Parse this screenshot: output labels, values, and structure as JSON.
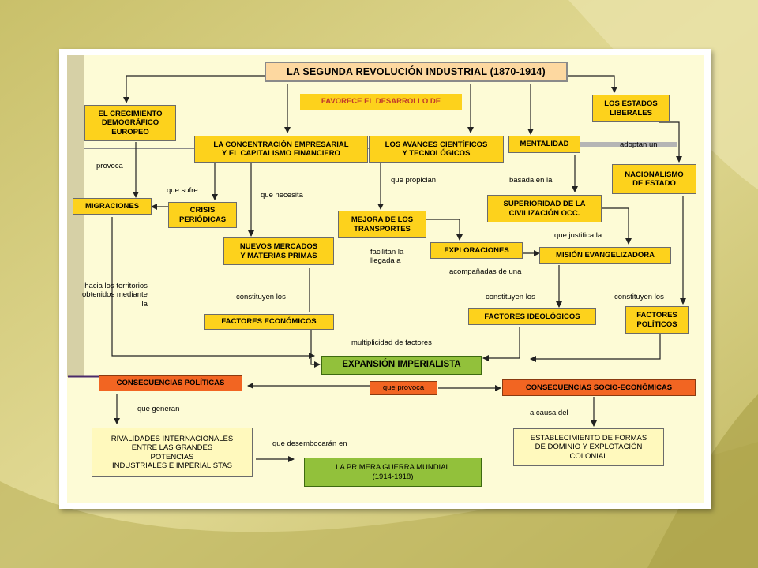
{
  "title": "LA SEGUNDA REVOLUCIÓN INDUSTRIAL (1870-1914)",
  "boxes": {
    "favorece": "FAVORECE EL DESARROLLO DE",
    "crecimiento": "EL CRECIMIENTO\nDEMOGRÁFICO\nEUROPEO",
    "estados_liberales": "LOS ESTADOS\nLIBERALES",
    "concentracion": "LA CONCENTRACIÓN EMPRESARIAL\nY EL CAPITALISMO FINANCIERO",
    "avances": "LOS AVANCES CIENTÍFICOS\nY TECNOLÓGICOS",
    "mentalidad": "MENTALIDAD",
    "nacionalismo": "NACIONALISMO\nDE ESTADO",
    "migraciones": "MIGRACIONES",
    "crisis": "CRISIS\nPERIÓDICAS",
    "superioridad": "SUPERIORIDAD DE LA\nCIVILIZACIÓN OCC.",
    "mejora": "MEJORA DE LOS\nTRANSPORTES",
    "nuevos_mercados": "NUEVOS MERCADOS\nY MATERIAS PRIMAS",
    "exploraciones": "EXPLORACIONES",
    "mision": "MISIÓN EVANGELIZADORA",
    "factores_economicos": "FACTORES ECONÓMICOS",
    "factores_ideologicos": "FACTORES IDEOLÓGICOS",
    "factores_politicos": "FACTORES\nPOLÍTICOS",
    "expansion": "EXPANSIÓN IMPERIALISTA",
    "consecuencias_politicas": "CONSECUENCIAS POLÍTICAS",
    "que_provoca": "que provoca",
    "consecuencias_socio": "CONSECUENCIAS SOCIO-ECONÓMICAS",
    "rivalidades": "RIVALIDADES INTERNACIONALES\nENTRE LAS GRANDES\nPOTENCIAS\nINDUSTRIALES E IMPERIALISTAS",
    "primera_guerra": "LA PRIMERA GUERRA MUNDIAL\n(1914-1918)",
    "establecimiento": "ESTABLECIMIENTO DE FORMAS\nDE DOMINIO Y EXPLOTACIÓN\nCOLONIAL"
  },
  "labels": {
    "provoca": "provoca",
    "que_sufre": "que sufre",
    "que_necesita": "que necesita",
    "que_propician": "que propician",
    "basada_en_la": "basada en la",
    "adoptan_un": "adoptan un",
    "que_justifica_la": "que justifica la",
    "facilitan_la_llegada": "facilitan la\nllegada a",
    "acompanadas": "acompañadas de una",
    "hacia_territorios": "hacia los territorios\nobtenidos mediante\nla",
    "constituyen_los_1": "constituyen los",
    "constituyen_los_2": "constituyen los",
    "constituyen_los_3": "constituyen los",
    "multiplicidad": "multiplicidad de factores",
    "que_generan": "que generan",
    "que_desembocaran": "que desembocarán en",
    "a_causa_del": "a causa del"
  },
  "colors": {
    "background": "#dcd38a",
    "panel": "#fdfbd6",
    "yellow_box": "#fdd21c",
    "orange_box": "#f26522",
    "green_box": "#92c13b",
    "pale_box": "#fff9bd",
    "title_box": "#fdd8a0"
  }
}
